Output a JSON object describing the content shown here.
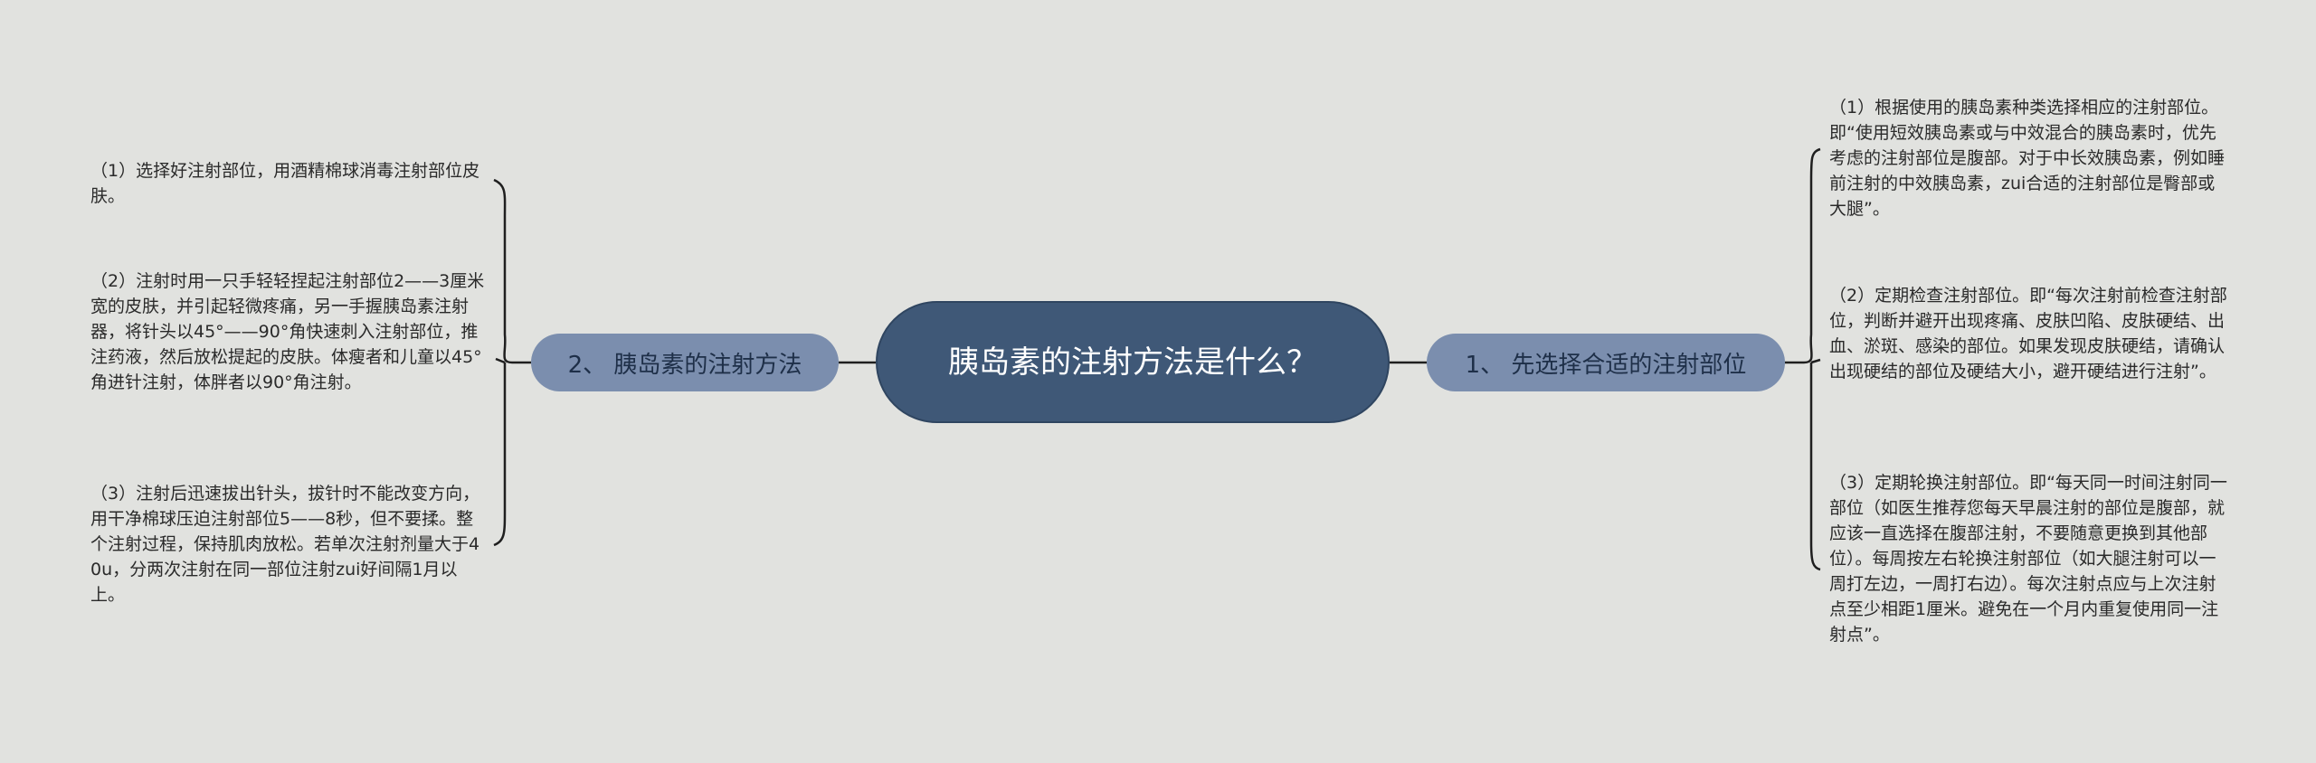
{
  "mindmap": {
    "root": {
      "label": "胰岛素的注射方法是什么？"
    },
    "left_branch": {
      "label": "2、 胰岛素的注射方法",
      "leaves": [
        {
          "text": "（1）选择好注射部位，用酒精棉球消毒注射部位皮肤。"
        },
        {
          "text": "（2）注射时用一只手轻轻捏起注射部位2——3厘米宽的皮肤，并引起轻微疼痛，另一手握胰岛素注射器，将针头以45°——90°角快速刺入注射部位，推注药液，然后放松提起的皮肤。体瘦者和儿童以45°角进针注射，体胖者以90°角注射。"
        },
        {
          "text": "（3）注射后迅速拔出针头，拔针时不能改变方向，用干净棉球压迫注射部位5——8秒，但不要揉。整个注射过程，保持肌肉放松。若单次注射剂量大于40u，分两次注射在同一部位注射zui好间隔1月以上。"
        }
      ]
    },
    "right_branch": {
      "label": "1、 先选择合适的注射部位",
      "leaves": [
        {
          "text": "（1）根据使用的胰岛素种类选择相应的注射部位。即“使用短效胰岛素或与中效混合的胰岛素时，优先考虑的注射部位是腹部。对于中长效胰岛素，例如睡前注射的中效胰岛素，zui合适的注射部位是臀部或大腿”。"
        },
        {
          "text": "（2）定期检查注射部位。即“每次注射前检查注射部位，判断并避开出现疼痛、皮肤凹陷、皮肤硬结、出血、淤斑、感染的部位。如果发现皮肤硬结，请确认出现硬结的部位及硬结大小，避开硬结进行注射”。"
        },
        {
          "text": "（3）定期轮换注射部位。即“每天同一时间注射同一部位（如医生推荐您每天早晨注射的部位是腹部，就应该一直选择在腹部注射，不要随意更换到其他部位）。每周按左右轮换注射部位（如大腿注射可以一周打左边，一周打右边）。每次注射点应与上次注射点至少相距1厘米。避免在一个月内重复使用同一注射点”。"
        }
      ]
    },
    "colors": {
      "background": "#e1e2df",
      "root_fill": "#3f5877",
      "branch_fill": "#7b8eae",
      "line": "#1f1f1f"
    }
  }
}
